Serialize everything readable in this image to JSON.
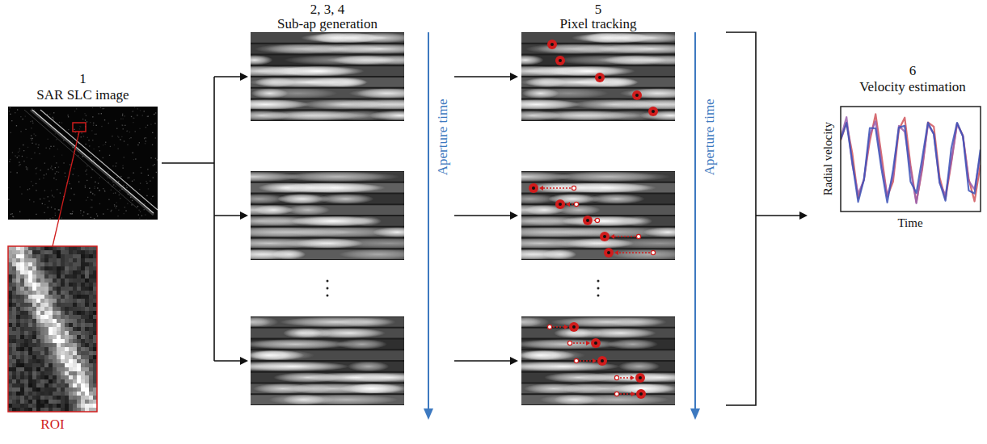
{
  "diagram": {
    "nodes": [
      {
        "text": [
          "1",
          "SAR SLC image"
        ]
      },
      {
        "text": [
          "ROI"
        ]
      },
      {
        "text": [
          "2, 3, 4",
          "Sub-ap generation"
        ]
      },
      {
        "text": [
          "5",
          "Pixel tracking"
        ]
      },
      {
        "text": [
          "6",
          "Velocity estimation"
        ]
      }
    ],
    "edges": [
      {
        "from": 0,
        "to": 1,
        "arrow": "none"
      },
      {
        "from": 0,
        "to": 2,
        "arrow": "to"
      },
      {
        "from": 2,
        "to": 3,
        "arrow": "to"
      },
      {
        "from": 3,
        "to": 4,
        "arrow": "to"
      }
    ],
    "labels": [
      "Aperture time",
      "Aperture time",
      "Radial velocity",
      "Time"
    ]
  }
}
